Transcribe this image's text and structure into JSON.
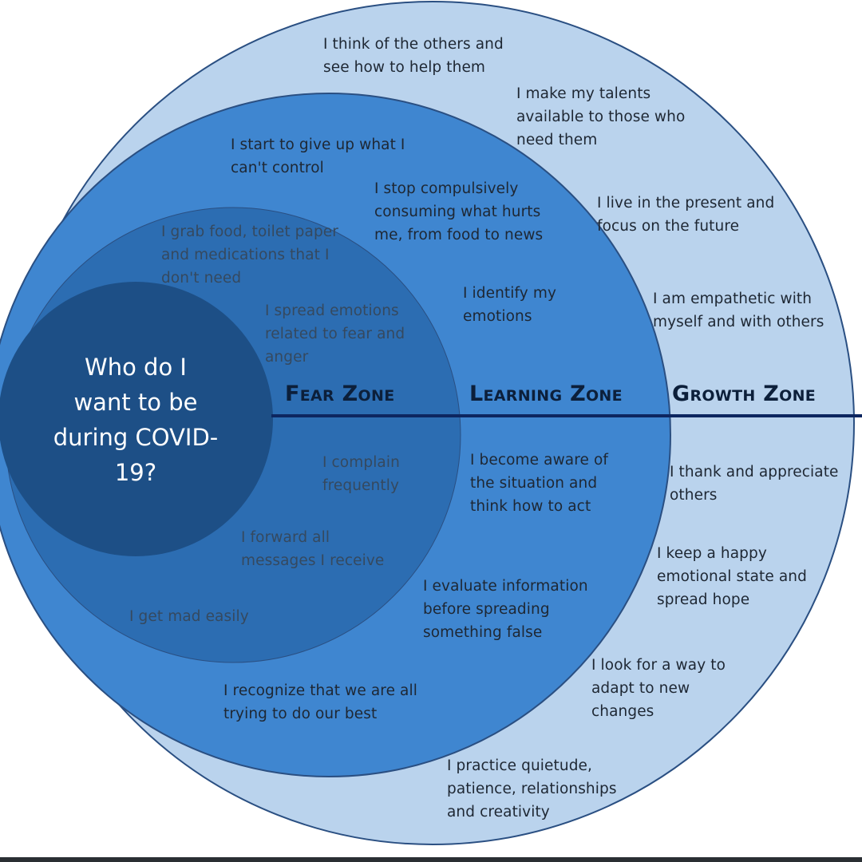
{
  "colors": {
    "growth_fill": "#bad3ed",
    "learning_fill": "#3f86d0",
    "fear_fill": "#2c6db2",
    "center_fill": "#1d4f86",
    "outline": "#2a4f82",
    "divider": "#0d2660"
  },
  "center": {
    "question": "Who do I\nwant to be\nduring COVID-\n19?"
  },
  "zones": {
    "fear": "Fear Zone",
    "learning": "Learning Zone",
    "growth": "Growth Zone"
  },
  "fear_items": [
    "I grab food, toilet paper\nand medications that I\ndon't need",
    "I spread emotions\nrelated to fear and\nanger",
    "I complain\nfrequently",
    "I forward all\nmessages I receive",
    "I get mad easily"
  ],
  "learning_items": [
    "I start to give up what I\ncan't control",
    "I stop compulsively\nconsuming what hurts\nme, from food to news",
    "I identify my\nemotions",
    "I become aware of\nthe situation and\nthink how to act",
    "I evaluate information\nbefore spreading\nsomething false",
    "I recognize that we are all\ntrying to do our best"
  ],
  "growth_items": [
    "I think of the others and\nsee how to help them",
    "I make my talents\navailable to those who\nneed them",
    "I live in the present and\nfocus on the future",
    "I am empathetic with\nmyself and with others",
    "I thank and appreciate\nothers",
    "I keep a happy\nemotional state and\nspread hope",
    "I look for a way to\nadapt to new\nchanges",
    "I practice quietude,\npatience, relationships\nand creativity"
  ]
}
